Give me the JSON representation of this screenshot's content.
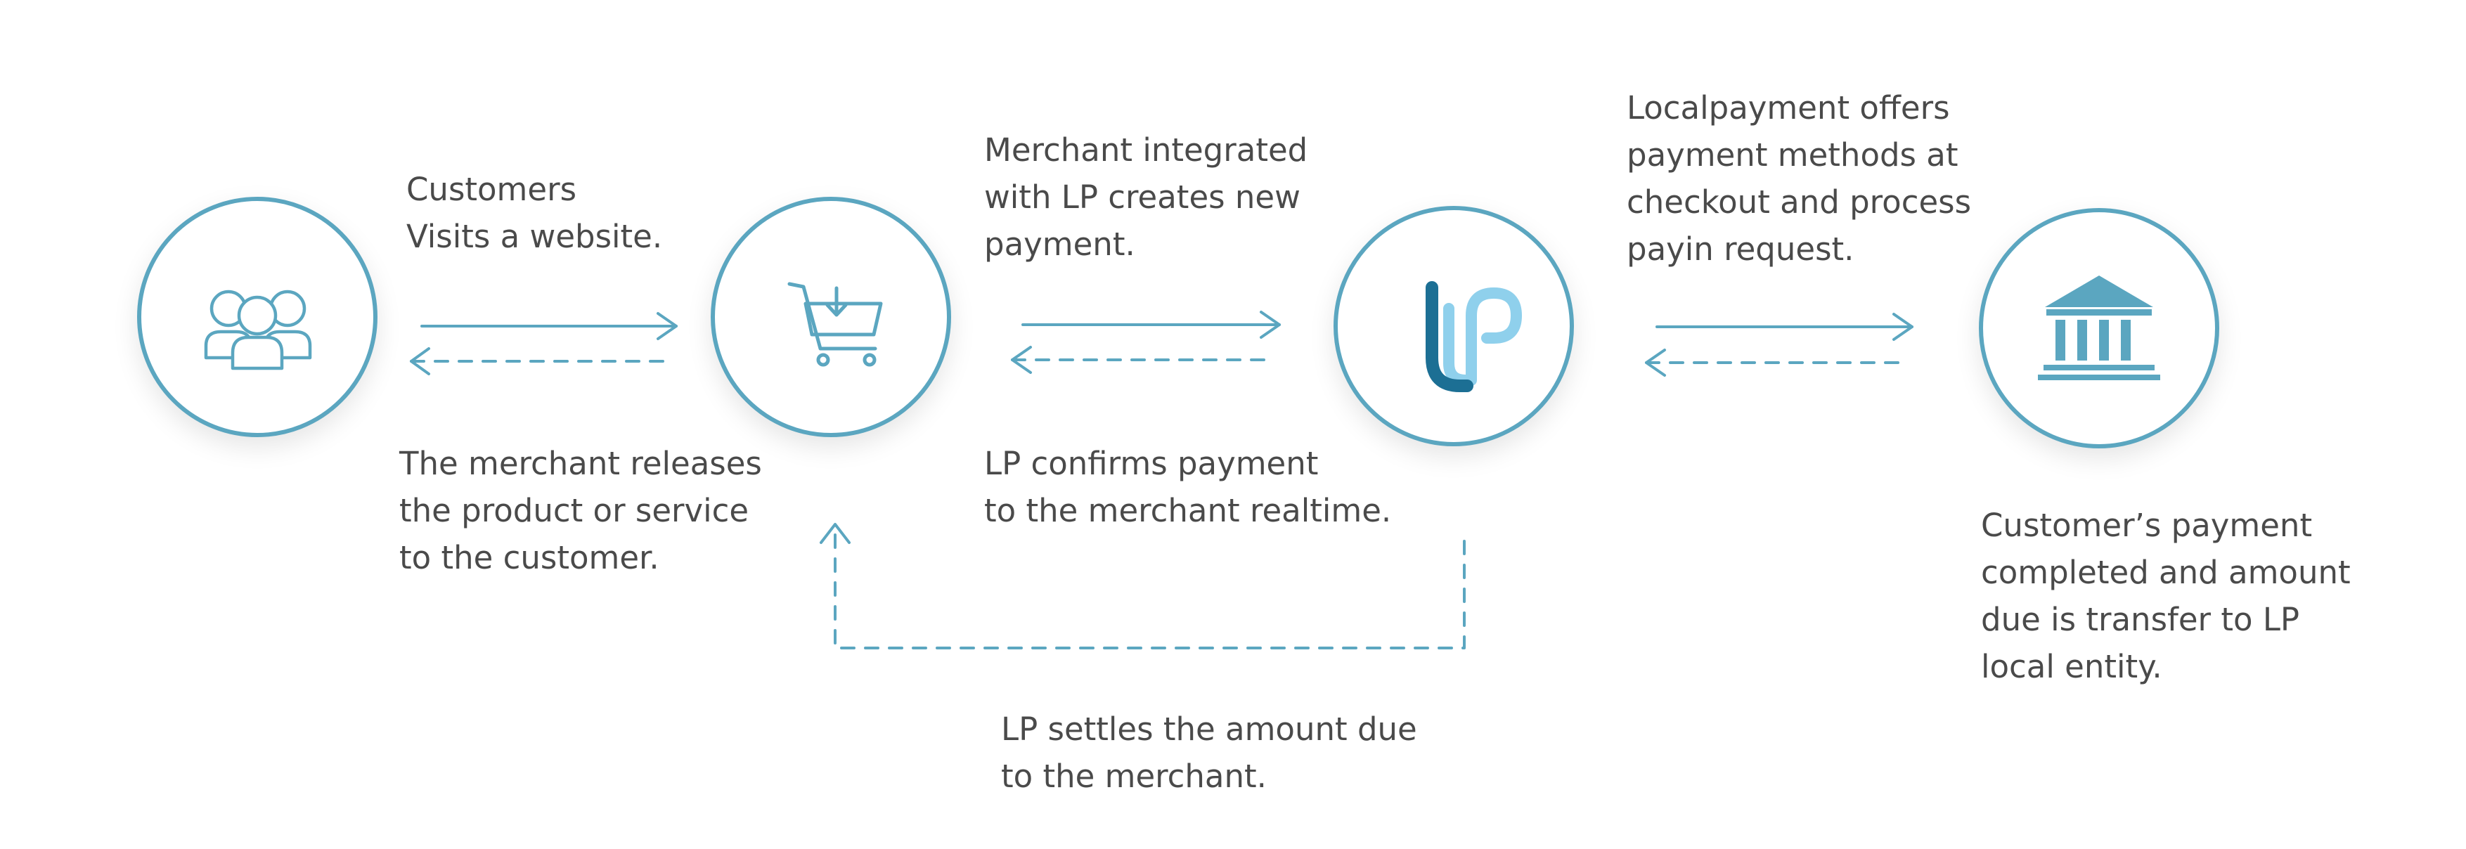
{
  "colors": {
    "accent": "#5ba6c0",
    "logo_dark": "#1c6f94",
    "logo_light": "#8fd0ec",
    "text": "#4a4a4a"
  },
  "nodes": [
    {
      "icon": "customers-group-icon"
    },
    {
      "icon": "shopping-cart-icon"
    },
    {
      "icon": "lp-logo-icon"
    },
    {
      "icon": "bank-icon"
    }
  ],
  "labels": {
    "customers_visit": [
      "Customers",
      "Visits a website."
    ],
    "merchant_releases": [
      "The merchant releases",
      "the product or service",
      "to the customer."
    ],
    "merchant_creates": [
      "Merchant integrated",
      "with LP creates new",
      "payment."
    ],
    "lp_confirms": [
      "LP confirms payment",
      "to the merchant realtime."
    ],
    "lp_offers": [
      "Localpayment offers",
      "payment methods at",
      "checkout and process",
      "payin request."
    ],
    "payment_completed": [
      "Customer’s payment",
      "completed and amount",
      "due is transfer to LP",
      "local entity."
    ],
    "lp_settles": [
      "LP settles the amount due",
      "to the merchant."
    ]
  }
}
